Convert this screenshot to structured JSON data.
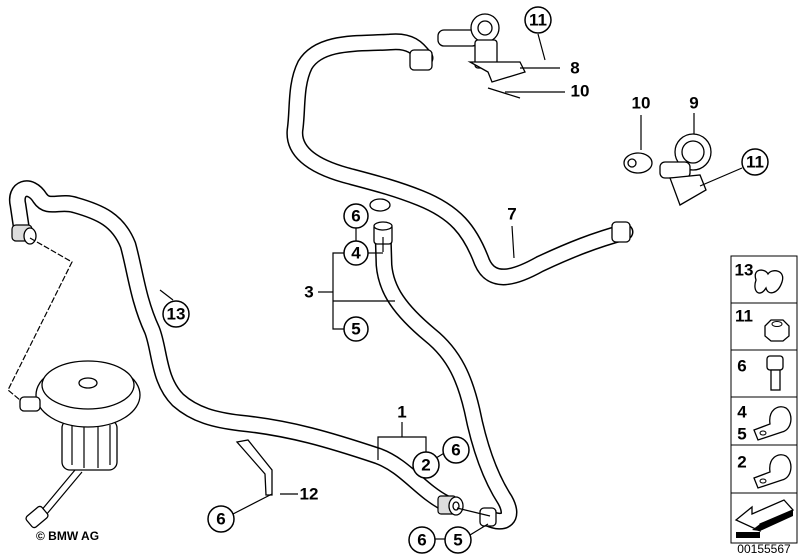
{
  "callouts": {
    "c11_top": "11",
    "c8": "8",
    "c10_top": "10",
    "c10_gasket": "10",
    "c9": "9",
    "c11_right": "11",
    "c7": "7",
    "c6_upper": "6",
    "c4": "4",
    "c3": "3",
    "c5_upper": "5",
    "c13": "13",
    "c1": "1",
    "c2": "2",
    "c6_mid": "6",
    "c12": "12",
    "c6_bracket": "6",
    "c6_bottom": "6",
    "c5_bottom": "5"
  },
  "legend": {
    "items": [
      {
        "label": "13",
        "icon": "hose-clip-icon"
      },
      {
        "label": "11",
        "icon": "hex-nut-icon"
      },
      {
        "label": "6",
        "icon": "bolt-icon"
      },
      {
        "label": "4",
        "label2": "5",
        "icon": "p-clamp-icon"
      },
      {
        "label": "2",
        "icon": "p-clamp-icon"
      },
      {
        "label": "",
        "icon": "arrow-icon"
      }
    ]
  },
  "copyright": "© BMW AG",
  "diagram_number": "00155567"
}
